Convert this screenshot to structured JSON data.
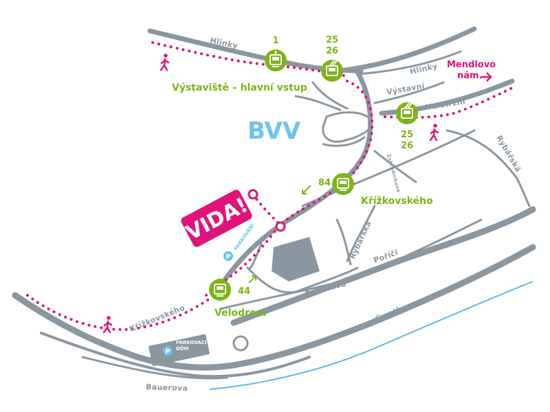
{
  "title_area": "BVV",
  "destination": {
    "name": "VIDA!"
  },
  "stops": {
    "vystaviste": {
      "line": "1",
      "name": "Výstaviště – hlavní vstup"
    },
    "hlinky_trolley": {
      "lines": [
        "25",
        "26"
      ]
    },
    "veletrzni_trolley": {
      "lines": [
        "25",
        "26"
      ]
    },
    "krizkovskeho": {
      "line": "84",
      "name": "Křížkovského"
    },
    "velodrom": {
      "line": "44",
      "name": "Velodrom"
    }
  },
  "external": {
    "mendlovo": [
      "Mendlovo",
      "nám."
    ]
  },
  "streets": {
    "hlinky_top": "Hlinky",
    "hlinky_right": "Hlinky",
    "vystavni": "Výstavní",
    "veletrzni": "Veletržní",
    "rybarska_right": "Rybářská",
    "zahradnikova": "Zahradníkova",
    "rybarska_mid": "Rybářská",
    "porici": "Poříčí",
    "bauerova_mid": "Bauerova",
    "bauerova_bottom": "Bauerova",
    "krizkovskeho": "Křížkovského"
  },
  "river": "Svratka",
  "parking": {
    "parkovani": "PARKOVÁNÍ",
    "garage_line1": "PARKOVACÍ",
    "garage_line2": "DŮM",
    "symbol": "P"
  },
  "colors": {
    "road": "#8a96a0",
    "building": "#8a96a0",
    "walk_route": "#e0127c",
    "stop": "#7cb518",
    "river": "#5bb8e8",
    "bvv": "#6cc4ec"
  },
  "icons": {
    "tram": "tram-icon",
    "trolleybus": "trolleybus-icon",
    "bus": "bus-icon",
    "pedestrian": "pedestrian-icon",
    "parking": "parking-icon"
  }
}
